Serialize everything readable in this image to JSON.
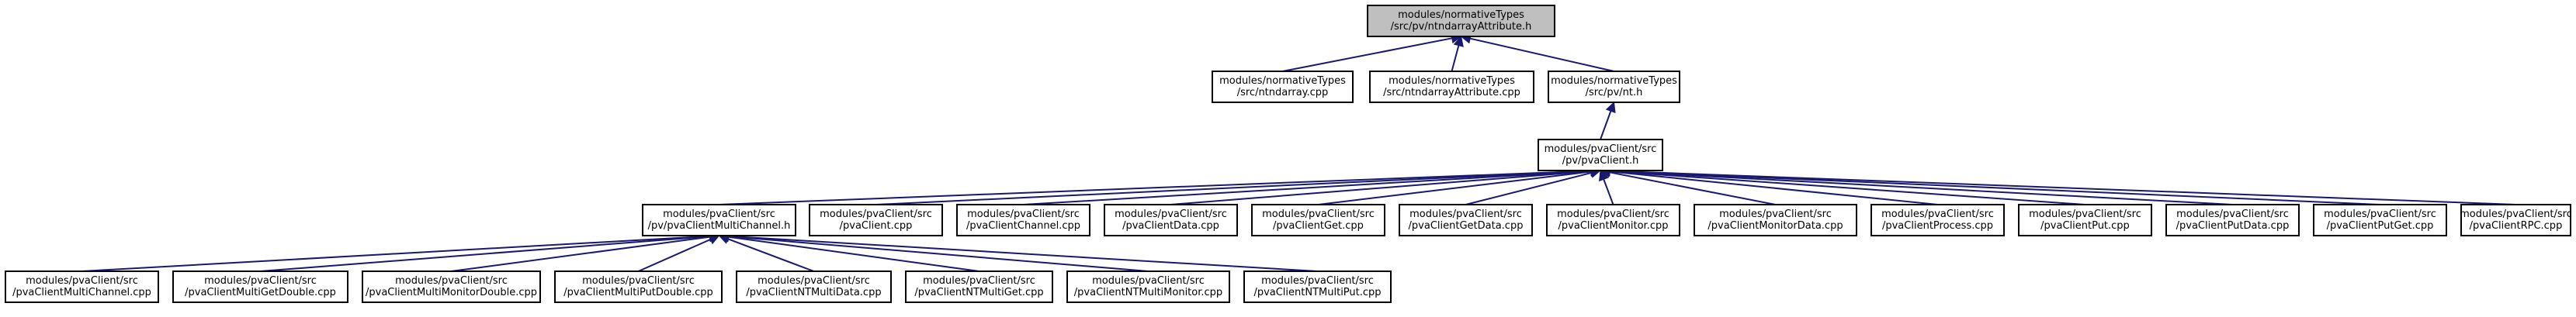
{
  "diagram": {
    "type": "include-dependency-graph",
    "nodes": [
      {
        "id": "ntattr_h",
        "lines": [
          "modules/normativeTypes",
          "/src/pv/ntndarrayAttribute.h"
        ],
        "root": true
      },
      {
        "id": "ntndarray_cpp",
        "lines": [
          "modules/normativeTypes",
          "/src/ntndarray.cpp"
        ]
      },
      {
        "id": "ntndarrayattr_cpp",
        "lines": [
          "modules/normativeTypes",
          "/src/ntndarrayAttribute.cpp"
        ]
      },
      {
        "id": "nt_h",
        "lines": [
          "modules/normativeTypes",
          "/src/pv/nt.h"
        ]
      },
      {
        "id": "pvaclient_h",
        "lines": [
          "modules/pvaClient/src",
          "/pv/pvaClient.h"
        ]
      },
      {
        "id": "multichannel_h",
        "lines": [
          "modules/pvaClient/src",
          "/pv/pvaClientMultiChannel.h"
        ]
      },
      {
        "id": "pvaclient_cpp",
        "lines": [
          "modules/pvaClient/src",
          "/pvaClient.cpp"
        ]
      },
      {
        "id": "channel_cpp",
        "lines": [
          "modules/pvaClient/src",
          "/pvaClientChannel.cpp"
        ]
      },
      {
        "id": "data_cpp",
        "lines": [
          "modules/pvaClient/src",
          "/pvaClientData.cpp"
        ]
      },
      {
        "id": "get_cpp",
        "lines": [
          "modules/pvaClient/src",
          "/pvaClientGet.cpp"
        ]
      },
      {
        "id": "getdata_cpp",
        "lines": [
          "modules/pvaClient/src",
          "/pvaClientGetData.cpp"
        ]
      },
      {
        "id": "monitor_cpp",
        "lines": [
          "modules/pvaClient/src",
          "/pvaClientMonitor.cpp"
        ]
      },
      {
        "id": "monitordata_cpp",
        "lines": [
          "modules/pvaClient/src",
          "/pvaClientMonitorData.cpp"
        ]
      },
      {
        "id": "process_cpp",
        "lines": [
          "modules/pvaClient/src",
          "/pvaClientProcess.cpp"
        ]
      },
      {
        "id": "put_cpp",
        "lines": [
          "modules/pvaClient/src",
          "/pvaClientPut.cpp"
        ]
      },
      {
        "id": "putdata_cpp",
        "lines": [
          "modules/pvaClient/src",
          "/pvaClientPutData.cpp"
        ]
      },
      {
        "id": "putget_cpp",
        "lines": [
          "modules/pvaClient/src",
          "/pvaClientPutGet.cpp"
        ]
      },
      {
        "id": "rpc_cpp",
        "lines": [
          "modules/pvaClient/src",
          "/pvaClientRPC.cpp"
        ]
      },
      {
        "id": "multichannel_cpp",
        "lines": [
          "modules/pvaClient/src",
          "/pvaClientMultiChannel.cpp"
        ]
      },
      {
        "id": "multigetdouble_cpp",
        "lines": [
          "modules/pvaClient/src",
          "/pvaClientMultiGetDouble.cpp"
        ]
      },
      {
        "id": "multimonitordouble_cpp",
        "lines": [
          "modules/pvaClient/src",
          "/pvaClientMultiMonitorDouble.cpp"
        ]
      },
      {
        "id": "multiputdouble_cpp",
        "lines": [
          "modules/pvaClient/src",
          "/pvaClientMultiPutDouble.cpp"
        ]
      },
      {
        "id": "ntmultidata_cpp",
        "lines": [
          "modules/pvaClient/src",
          "/pvaClientNTMultiData.cpp"
        ]
      },
      {
        "id": "ntmultiget_cpp",
        "lines": [
          "modules/pvaClient/src",
          "/pvaClientNTMultiGet.cpp"
        ]
      },
      {
        "id": "ntmultimonitor_cpp",
        "lines": [
          "modules/pvaClient/src",
          "/pvaClientNTMultiMonitor.cpp"
        ]
      },
      {
        "id": "ntmultiput_cpp",
        "lines": [
          "modules/pvaClient/src",
          "/pvaClientNTMultiPut.cpp"
        ]
      }
    ],
    "edges": [
      {
        "from": "ntndarray_cpp",
        "to": "ntattr_h"
      },
      {
        "from": "ntndarrayattr_cpp",
        "to": "ntattr_h"
      },
      {
        "from": "nt_h",
        "to": "ntattr_h"
      },
      {
        "from": "pvaclient_h",
        "to": "nt_h"
      },
      {
        "from": "multichannel_h",
        "to": "pvaclient_h"
      },
      {
        "from": "pvaclient_cpp",
        "to": "pvaclient_h"
      },
      {
        "from": "channel_cpp",
        "to": "pvaclient_h"
      },
      {
        "from": "data_cpp",
        "to": "pvaclient_h"
      },
      {
        "from": "get_cpp",
        "to": "pvaclient_h"
      },
      {
        "from": "getdata_cpp",
        "to": "pvaclient_h"
      },
      {
        "from": "monitor_cpp",
        "to": "pvaclient_h"
      },
      {
        "from": "monitordata_cpp",
        "to": "pvaclient_h"
      },
      {
        "from": "process_cpp",
        "to": "pvaclient_h"
      },
      {
        "from": "put_cpp",
        "to": "pvaclient_h"
      },
      {
        "from": "putdata_cpp",
        "to": "pvaclient_h"
      },
      {
        "from": "putget_cpp",
        "to": "pvaclient_h"
      },
      {
        "from": "rpc_cpp",
        "to": "pvaclient_h"
      },
      {
        "from": "multichannel_cpp",
        "to": "multichannel_h"
      },
      {
        "from": "multigetdouble_cpp",
        "to": "multichannel_h"
      },
      {
        "from": "multimonitordouble_cpp",
        "to": "multichannel_h"
      },
      {
        "from": "multiputdouble_cpp",
        "to": "multichannel_h"
      },
      {
        "from": "ntmultidata_cpp",
        "to": "multichannel_h"
      },
      {
        "from": "ntmultiget_cpp",
        "to": "multichannel_h"
      },
      {
        "from": "ntmultimonitor_cpp",
        "to": "multichannel_h"
      },
      {
        "from": "ntmultiput_cpp",
        "to": "multichannel_h"
      }
    ]
  }
}
